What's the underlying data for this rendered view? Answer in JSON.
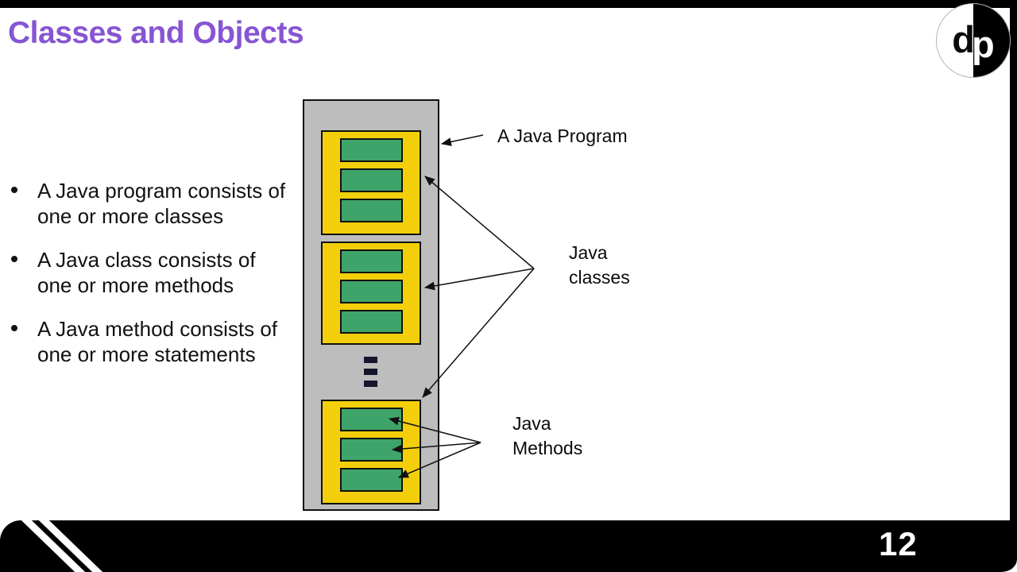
{
  "slide": {
    "title": "Classes and Objects",
    "page_number": "12"
  },
  "logo": {
    "left_letter": "d",
    "right_letter": "p"
  },
  "bullets": [
    {
      "line1": "A Java program consists of",
      "line2": "one or more classes"
    },
    {
      "line1": "A Java class consists of",
      "line2": "one or more methods"
    },
    {
      "line1": "A Java method consists of",
      "line2": "one or more statements"
    }
  ],
  "diagram": {
    "program_label": "A Java Program",
    "classes_label": {
      "line1": "Java",
      "line2": "classes"
    },
    "methods_label": {
      "line1": "Java",
      "line2": "Methods"
    },
    "colors": {
      "program_fill": "#bdbdbd",
      "class_fill": "#f2cf0a",
      "method_fill": "#3fa469",
      "outline": "#111111"
    }
  },
  "colors": {
    "title_accent": "#8655d3",
    "frame_bar": "#000000",
    "page_number_text": "#ffffff"
  }
}
